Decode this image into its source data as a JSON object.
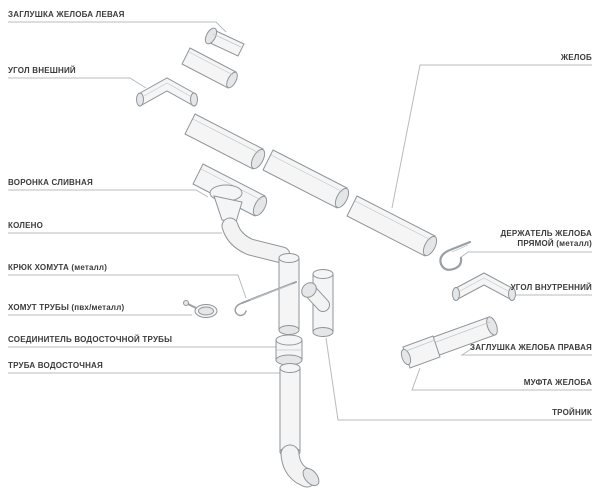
{
  "labels": {
    "left": [
      {
        "text": "ЗАГЛУШКА ЖЕЛОБА ЛЕВАЯ"
      },
      {
        "text": "УГОЛ ВНЕШНИЙ"
      },
      {
        "text": "ВОРОНКА СЛИВНАЯ"
      },
      {
        "text": "КОЛЕНО"
      },
      {
        "text": "КРЮК ХОМУТА (металл)"
      },
      {
        "text": "ХОМУТ ТРУБЫ (пвх/металл)"
      },
      {
        "text": "СОЕДИНИТЕЛЬ ВОДОСТОЧНОЙ ТРУБЫ"
      },
      {
        "text": "ТРУБА ВОДОСТОЧНАЯ"
      }
    ],
    "right": [
      {
        "text": "ЖЕЛОБ"
      },
      {
        "text": "ДЕРЖАТЕЛЬ ЖЕЛОБА ПРЯМОЙ (металл)"
      },
      {
        "text": "УГОЛ ВНУТРЕННИЙ"
      },
      {
        "text": "ЗАГЛУШКА ЖЕЛОБА ПРАВАЯ"
      },
      {
        "text": "МУФТА ЖЕЛОБА"
      },
      {
        "text": "ТРОЙНИК"
      }
    ]
  },
  "colors": {
    "background": "#ffffff",
    "label_text": "#3b3b3b",
    "leader_line": "#b7bbbe",
    "part_fill": "#f5f5f5",
    "part_stroke": "#8f969b"
  }
}
